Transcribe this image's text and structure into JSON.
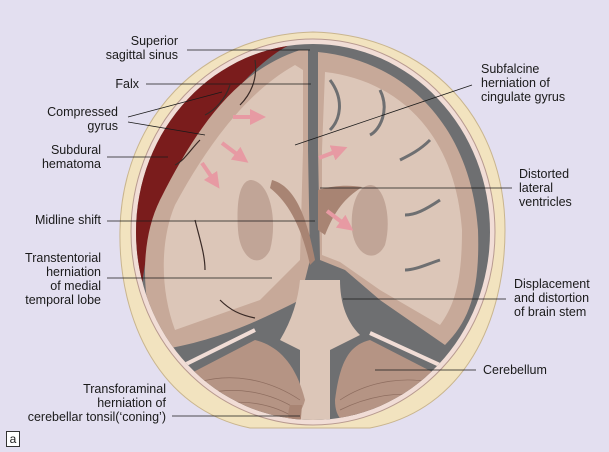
{
  "labels": {
    "superior_sagittal_sinus": [
      "Superior",
      "sagittal sinus"
    ],
    "falx": "Falx",
    "compressed_gyrus": [
      "Compressed",
      "gyrus"
    ],
    "subdural_hematoma": [
      "Subdural",
      "hematoma"
    ],
    "midline_shift": "Midline shift",
    "transtentorial": [
      "Transtentorial",
      "herniation",
      "of medial",
      "temporal lobe"
    ],
    "transforaminal": [
      "Transforaminal",
      "herniation of",
      "cerebellar tonsil(‘coning’)"
    ],
    "subfalcine": [
      "Subfalcine",
      "herniation of",
      "cingulate gyrus"
    ],
    "distorted_ventricles": [
      "Distorted",
      "lateral",
      "ventricles"
    ],
    "brain_stem": [
      "Displacement",
      "and distortion",
      "of brain stem"
    ],
    "cerebellum": "Cerebellum"
  },
  "panel_label": "a",
  "colors": {
    "background": "#e3dff0",
    "skull": "#f2e3bf",
    "brain": "#dcc6b8",
    "cortex": "#c7a999",
    "hematoma": "#7a1c1c",
    "csf": "#6e6f71",
    "cerebellum": "#b59484",
    "arrow": "#e79aa3"
  }
}
